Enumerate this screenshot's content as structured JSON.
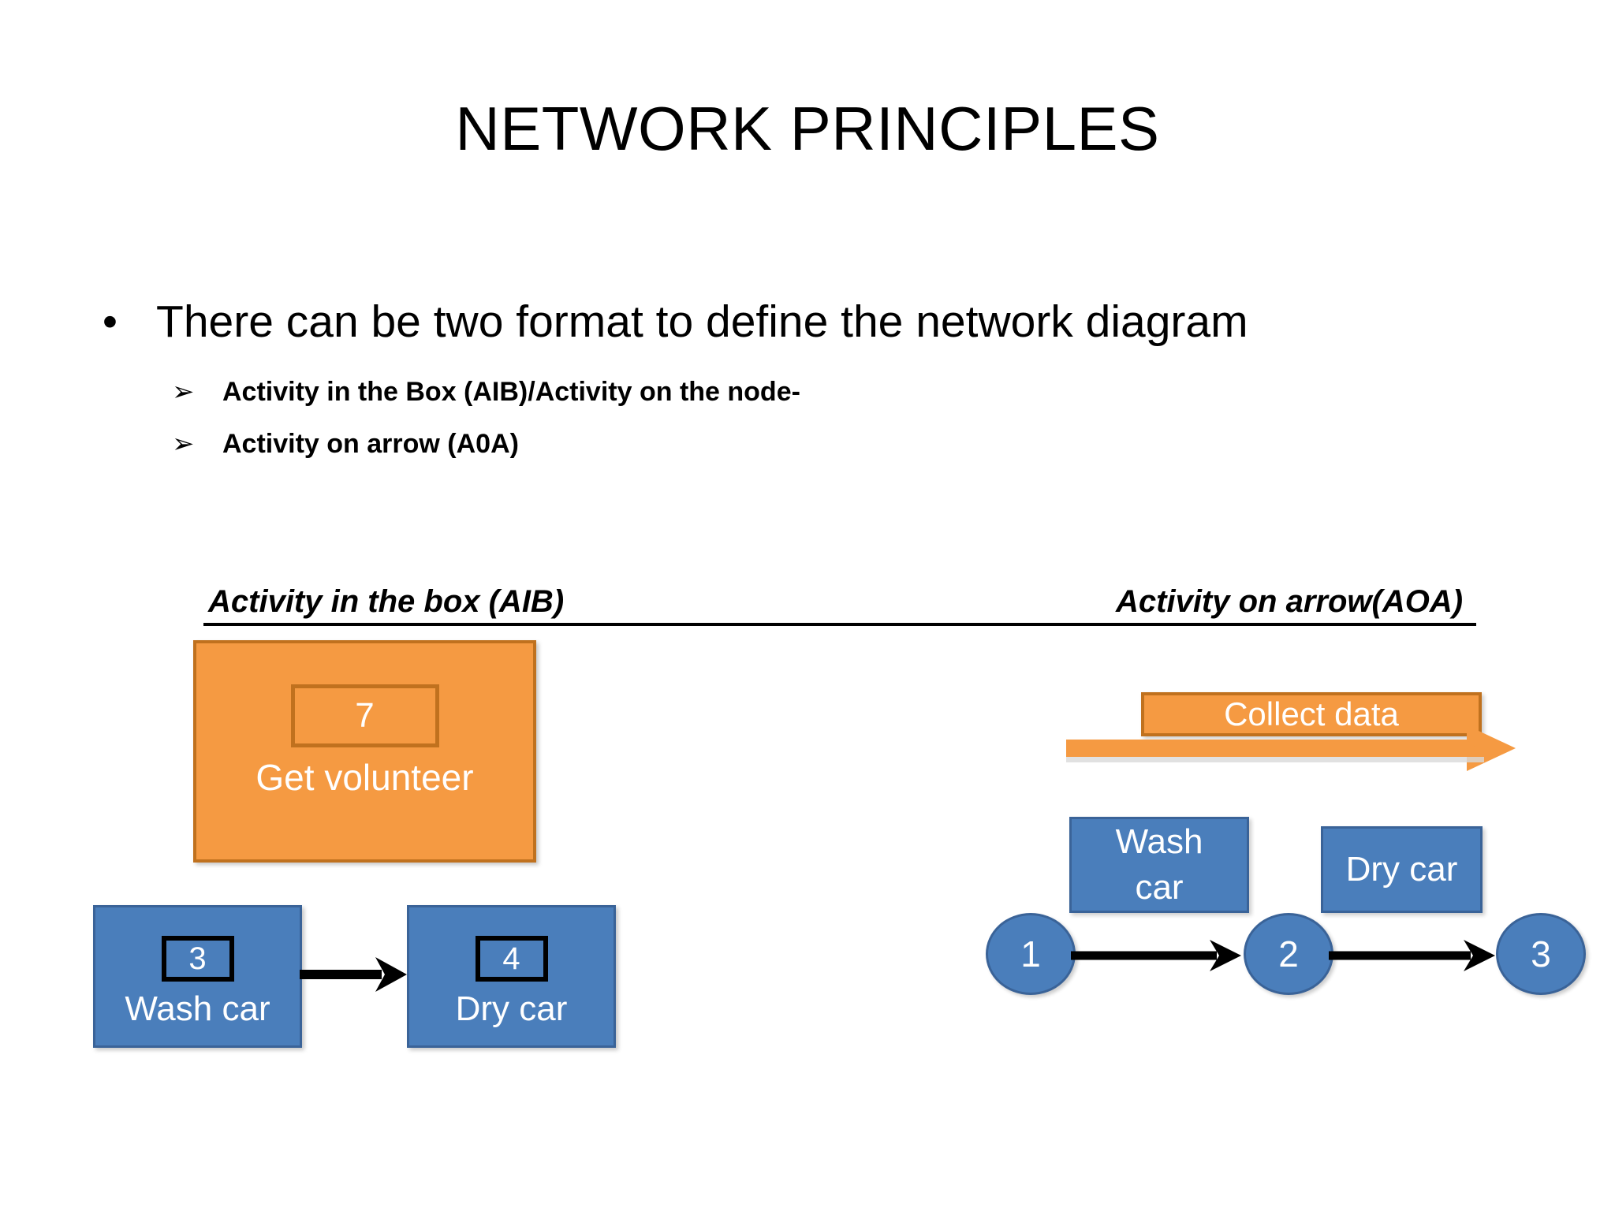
{
  "slide": {
    "title": "NETWORK PRINCIPLES",
    "background_color": "#FFFFFF"
  },
  "body": {
    "bullet": {
      "marker": "•",
      "text": "There can be two format to define the network diagram"
    },
    "sub_bullets": [
      {
        "marker": "➢",
        "text": "Activity in the Box (AIB)/Activity on the node-"
      },
      {
        "marker": "➢",
        "text": "Activity on arrow (A0A)"
      }
    ]
  },
  "sections": {
    "left_heading": "Activity in the box (AIB)",
    "right_heading": "Activity on arrow(AOA)"
  },
  "colors": {
    "orange_fill": "#F59A42",
    "orange_border": "#C0711E",
    "blue_fill": "#4A7EBB",
    "blue_border": "#3A6398",
    "arrow_black": "#000000",
    "text_on_shape": "#FFFFFF"
  },
  "aib_diagram": {
    "nodes": [
      {
        "id": "get-volunteer",
        "number": "7",
        "label": "Get volunteer",
        "fill": "#F59A42"
      },
      {
        "id": "wash-car",
        "number": "3",
        "label": "Wash car",
        "fill": "#4A7EBB"
      },
      {
        "id": "dry-car",
        "number": "4",
        "label": "Dry car",
        "fill": "#4A7EBB"
      }
    ],
    "links": [
      {
        "from": "wash-car",
        "to": "dry-car",
        "style": "black-arrow"
      }
    ]
  },
  "aoa_diagram": {
    "activity_label_top": "Collect data",
    "activities": [
      {
        "id": "wash-car",
        "label": "Wash\ncar"
      },
      {
        "id": "dry-car",
        "label": "Dry car"
      }
    ],
    "nodes": [
      {
        "id": "node-1",
        "number": "1"
      },
      {
        "id": "node-2",
        "number": "2"
      },
      {
        "id": "node-3",
        "number": "3"
      }
    ],
    "links": [
      {
        "from": "node-1",
        "to": "node-2",
        "style": "black-arrow"
      },
      {
        "from": "node-2",
        "to": "node-3",
        "style": "black-arrow"
      }
    ],
    "top_arrow": {
      "style": "orange-arrow",
      "direction": "right"
    }
  }
}
